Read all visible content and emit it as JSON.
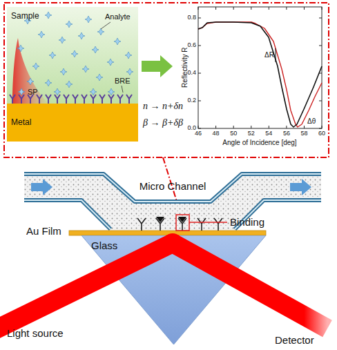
{
  "diagram": {
    "nodes": [
      {
        "text": [
          "Sample"
        ]
      },
      {
        "text": [
          "Metal"
        ]
      },
      {
        "text": [
          "Glass"
        ]
      }
    ],
    "labels": [
      "Analyte",
      "BRE",
      "SP",
      "n → n+δn",
      "β → β+δβ",
      "Reflectivity R",
      "Angle of Incidence [deg]",
      "46",
      "48",
      "50",
      "52",
      "54",
      "56",
      "58",
      "60",
      "0.0",
      "0.2",
      "0.4",
      "0.6",
      "0.8",
      "ΔR",
      "Δθ",
      "Micro Channel",
      "Au Film",
      "Binding",
      "Light source",
      "Detector"
    ]
  }
}
